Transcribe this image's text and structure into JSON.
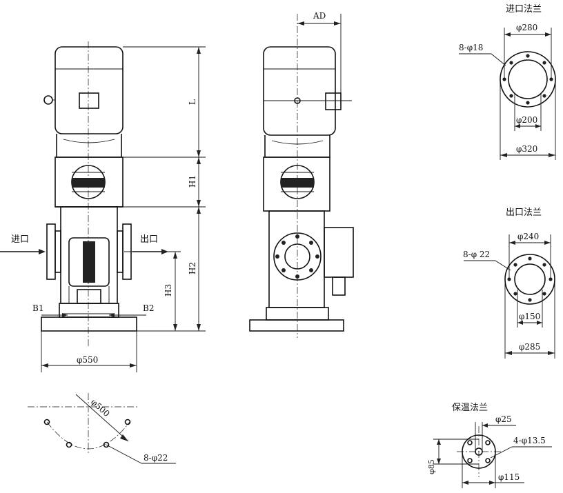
{
  "labels": {
    "inlet": "进口",
    "outlet": "出口",
    "inlet_flange": "进口法兰",
    "outlet_flange": "出口法兰",
    "heating_flange": "保温法兰"
  },
  "dims": {
    "ad": "AD",
    "l": "L",
    "h1": "H1",
    "h2": "H2",
    "h3": "H3",
    "b1": "B1",
    "b2": "B2",
    "base_dia": "φ550",
    "pcd_500": "φ500",
    "base_holes": "8-φ22"
  },
  "inlet_flange": {
    "holes": "8-φ18",
    "pcd": "φ280",
    "bore": "φ200",
    "od": "φ320"
  },
  "outlet_flange": {
    "holes": "8-φ 22",
    "pcd": "φ240",
    "bore": "φ150",
    "od": "φ285"
  },
  "heating_flange": {
    "bore": "φ25",
    "holes": "4-φ13.5",
    "height": "φ85",
    "od": "φ115"
  }
}
